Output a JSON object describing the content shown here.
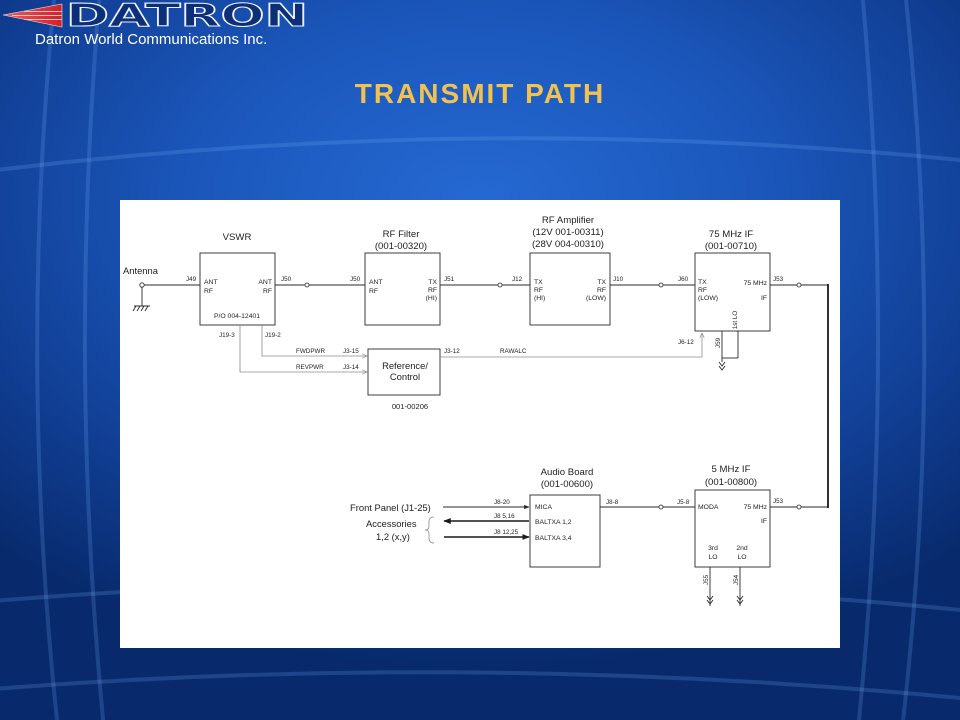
{
  "header": {
    "logo_text": "DATRON",
    "company": "Datron World Communications Inc."
  },
  "slide": {
    "title": "TRANSMIT PATH"
  },
  "colors": {
    "background": "#1B57BB",
    "title": "#F2C24E",
    "logo_red": "#D42027",
    "diagram_background": "#FFFFFF",
    "line": "#2A2A2A"
  },
  "diagram": {
    "antenna": {
      "label": "Antenna",
      "connector": "J49"
    },
    "vswr": {
      "title": "VSWR",
      "part": "P/O 004-12401",
      "left_port": [
        "ANT",
        "RF"
      ],
      "right_port": [
        "ANT",
        "RF"
      ],
      "out_connector": "J50",
      "rev_connector": "J19-3",
      "fwd_connector": "J19-2"
    },
    "rf_filter": {
      "title": "RF Filter",
      "part": "(001-00320)",
      "in_connector": "J50",
      "left_port": [
        "ANT",
        "RF"
      ],
      "right_port": [
        "TX",
        "RF",
        "(HI)"
      ],
      "out_connector": "J51"
    },
    "rf_amplifier": {
      "title": "RF Amplifier",
      "part_12v": "(12V 001-00311)",
      "part_28v": "(28V 004-00310)",
      "in_connector": "J12",
      "left_port": [
        "TX",
        "RF",
        "(HI)"
      ],
      "right_port": [
        "TX",
        "RF",
        "(LOW)"
      ],
      "out_connector": "J10"
    },
    "if_75mhz": {
      "title": "75 MHz IF",
      "part": "(001-00710)",
      "in_connector": "J60",
      "left_port": [
        "TX",
        "RF",
        "(LOW)"
      ],
      "right_port": [
        "75 MHz",
        "IF"
      ],
      "out_connector": "J53",
      "lo_label": "1st LO",
      "lo_connector": "J59",
      "alc_connector": "J6-12"
    },
    "reference_control": {
      "title_lines": [
        "Reference/",
        "Control"
      ],
      "part": "001-00206",
      "fwd_connector": "J3-15",
      "rev_connector": "J3-14",
      "alc_connector": "J3-12"
    },
    "signals": {
      "fwd": "FWDPWR",
      "rev": "REVPWR",
      "alc": "RAWALC"
    },
    "inputs": {
      "front_panel": "Front Panel (J1-25)",
      "accessories": "Accessories",
      "accessories_sub": "1,2 (x,y)"
    },
    "audio_board": {
      "title": "Audio Board",
      "part": "(001-00600)",
      "ports": [
        "MICA",
        "BALTXA 1,2",
        "BALTXA 3,4"
      ],
      "in_connectors": [
        "J8-20",
        "J8 5,16",
        "J8 12,25"
      ],
      "out_connector": "J8-8"
    },
    "if_5mhz": {
      "title": "5 MHz IF",
      "part": "(001-00800)",
      "in_connector": "J5-8",
      "left_port": "MODA",
      "right_port": [
        "75 MHz",
        "IF"
      ],
      "out_connector": "J53",
      "lo3": [
        "3rd",
        "LO"
      ],
      "lo2": [
        "2nd",
        "LO"
      ],
      "lo3_connector": "J55",
      "lo2_connector": "J54"
    }
  }
}
